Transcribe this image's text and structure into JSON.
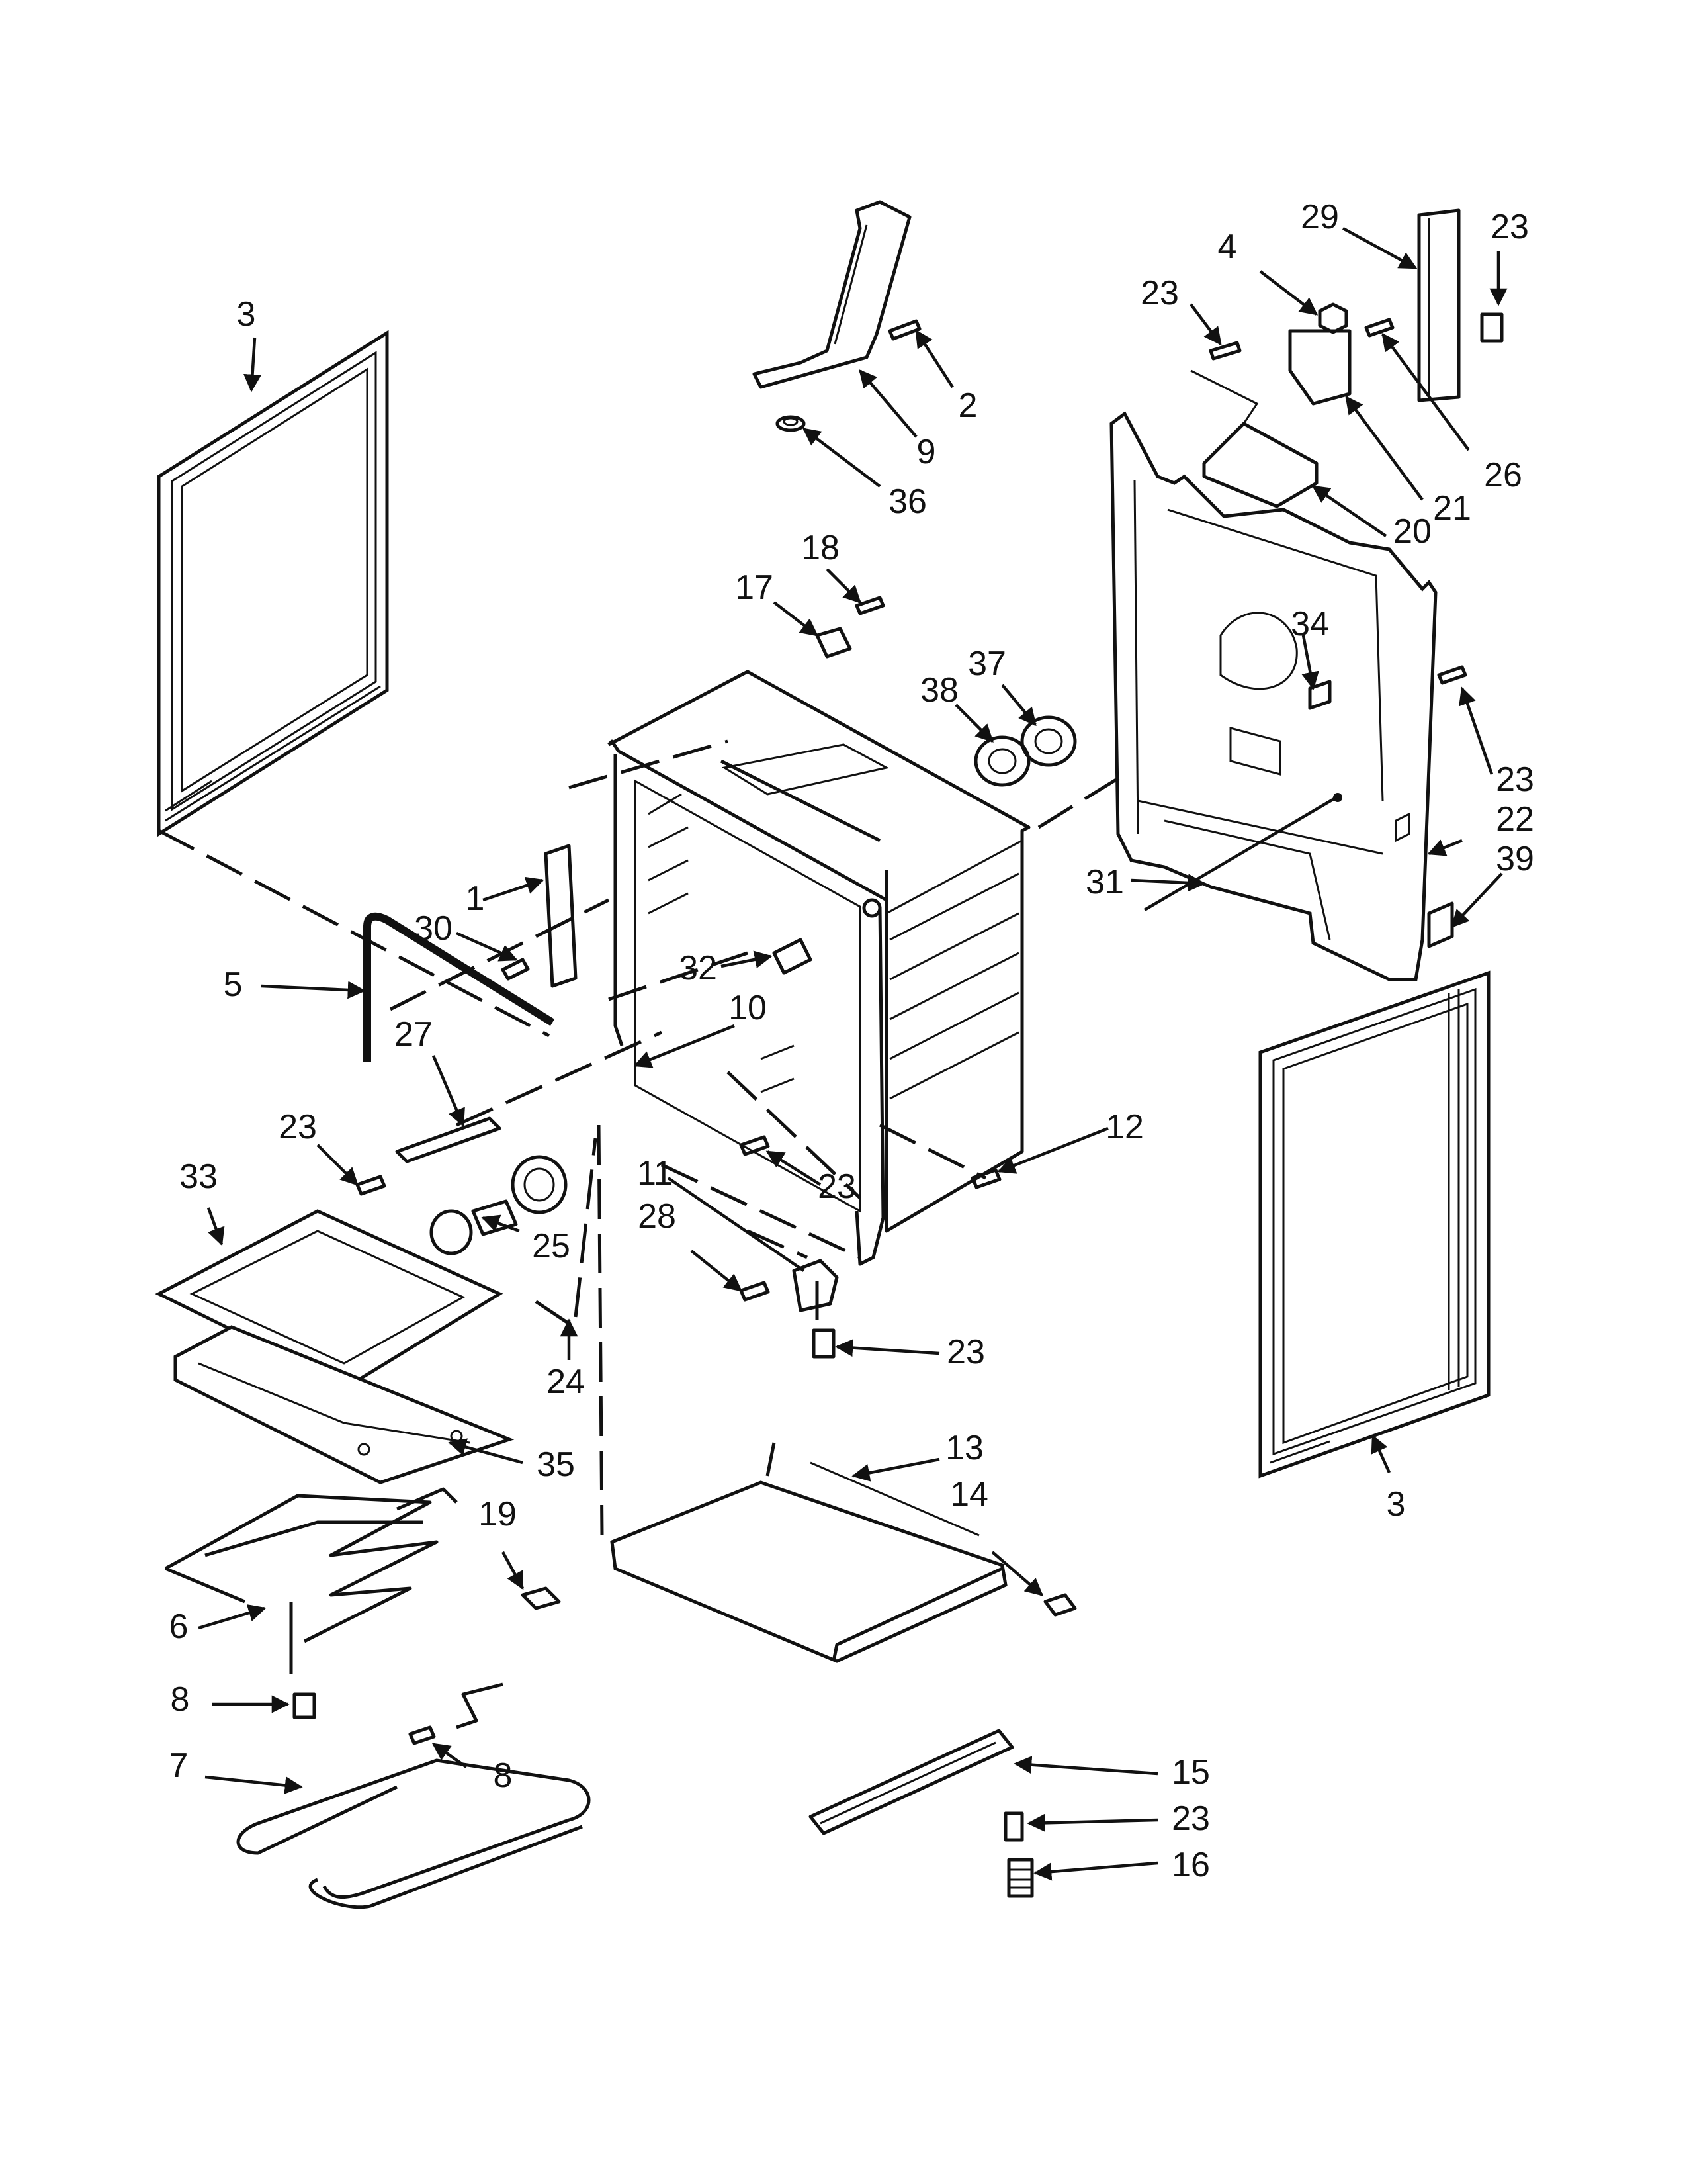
{
  "diagram": {
    "callouts": [
      {
        "id": "c3a",
        "text": "3"
      },
      {
        "id": "c2",
        "text": "2"
      },
      {
        "id": "c9",
        "text": "9"
      },
      {
        "id": "c36",
        "text": "36"
      },
      {
        "id": "c29",
        "text": "29"
      },
      {
        "id": "c23a",
        "text": "23"
      },
      {
        "id": "c4",
        "text": "4"
      },
      {
        "id": "c23b",
        "text": "23"
      },
      {
        "id": "c26",
        "text": "26"
      },
      {
        "id": "c21",
        "text": "21"
      },
      {
        "id": "c20",
        "text": "20"
      },
      {
        "id": "c18",
        "text": "18"
      },
      {
        "id": "c17",
        "text": "17"
      },
      {
        "id": "c37",
        "text": "37"
      },
      {
        "id": "c38",
        "text": "38"
      },
      {
        "id": "c34",
        "text": "34"
      },
      {
        "id": "c23c",
        "text": "23"
      },
      {
        "id": "c22",
        "text": "22"
      },
      {
        "id": "c39",
        "text": "39"
      },
      {
        "id": "c31",
        "text": "31"
      },
      {
        "id": "c1",
        "text": "1"
      },
      {
        "id": "c30",
        "text": "30"
      },
      {
        "id": "c5",
        "text": "5"
      },
      {
        "id": "c32",
        "text": "32"
      },
      {
        "id": "c10",
        "text": "10"
      },
      {
        "id": "c27",
        "text": "27"
      },
      {
        "id": "c23d",
        "text": "23"
      },
      {
        "id": "c12",
        "text": "12"
      },
      {
        "id": "c23e",
        "text": "23"
      },
      {
        "id": "c33",
        "text": "33"
      },
      {
        "id": "c11",
        "text": "11"
      },
      {
        "id": "c28",
        "text": "28"
      },
      {
        "id": "c25",
        "text": "25"
      },
      {
        "id": "c23f",
        "text": "23"
      },
      {
        "id": "c24",
        "text": "24"
      },
      {
        "id": "c35",
        "text": "35"
      },
      {
        "id": "c13",
        "text": "13"
      },
      {
        "id": "c3b",
        "text": "3"
      },
      {
        "id": "c14",
        "text": "14"
      },
      {
        "id": "c19",
        "text": "19"
      },
      {
        "id": "c6",
        "text": "6"
      },
      {
        "id": "c8a",
        "text": "8"
      },
      {
        "id": "c7",
        "text": "7"
      },
      {
        "id": "c8b",
        "text": "8"
      },
      {
        "id": "c15",
        "text": "15"
      },
      {
        "id": "c23g",
        "text": "23"
      },
      {
        "id": "c16",
        "text": "16"
      }
    ]
  }
}
